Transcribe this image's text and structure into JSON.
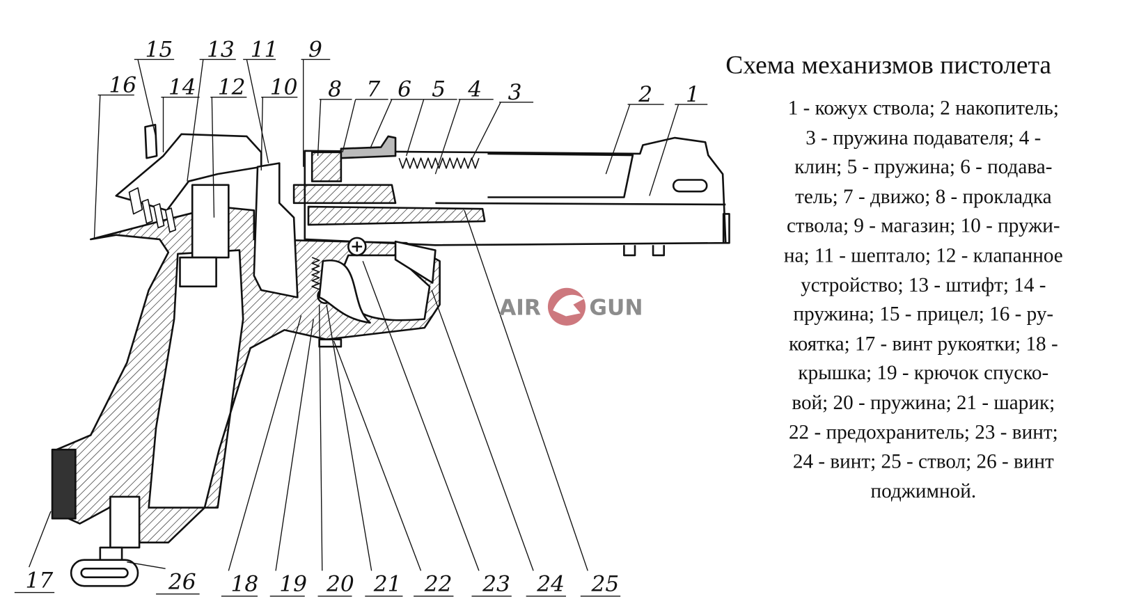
{
  "title": "Схема механизмов пистолета",
  "description_lines": [
    "1 - кожух ствола;  2 накопитель;",
    "3 - пружина подавателя;  4 -",
    "клин;  5 - пружина;  6 - подава-",
    "тель;  7 - движо;  8 - прокладка",
    "ствола;  9 - магазин;  10 - пружи-",
    "на;  11 - шептало;  12 - клапанное",
    "устройство;  13 - штифт;  14 -",
    "пружина;  15 - прицел;  16 - ру-",
    "коятка;  17 - винт рукоятки;  18 -",
    "крышка;  19 - крючок спуско-",
    "вой;  20 - пружина;  21 - шарик;",
    "22 - предохранитель;  23 - винт;",
    "24 - винт;  25 - ствол;  26 - винт",
    "поджимной."
  ],
  "part_labels": [
    "1",
    "2",
    "3",
    "4",
    "5",
    "6",
    "7",
    "8",
    "9",
    "10",
    "11",
    "12",
    "13",
    "14",
    "15",
    "16",
    "17",
    "18",
    "19",
    "20",
    "21",
    "22",
    "23",
    "24",
    "25",
    "26"
  ],
  "watermark": {
    "left": "AIR",
    "right": "GUN",
    "accent_color": "#c0565e"
  }
}
